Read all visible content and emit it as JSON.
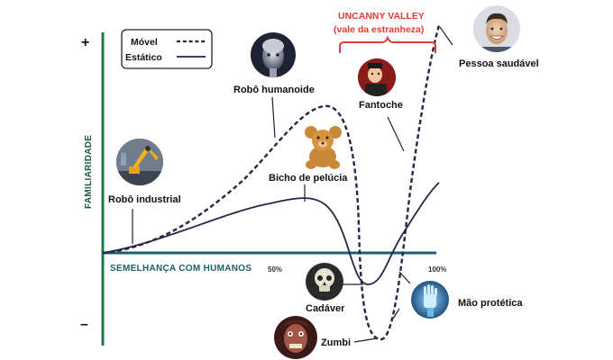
{
  "axes": {
    "y_label": "FAMILIARIDADE",
    "x_label": "SEMELHANÇA COM HUMANOS",
    "plus": "+",
    "minus": "–",
    "tick_50": "50%",
    "tick_100": "100%"
  },
  "legend": {
    "moving": "Móvel",
    "still": "Estático"
  },
  "valley": {
    "title": "UNCANNY VALLEY",
    "subtitle": "(vale da estranheza)",
    "color": "#e53935"
  },
  "colors": {
    "y_axis": "#1a7a47",
    "x_axis": "#1c5f6b",
    "moving_curve": "#2a2346",
    "still_curve": "#2a2346"
  },
  "points": [
    {
      "key": "industrial",
      "label": "Robô industrial",
      "icon": "industrial-robot-icon"
    },
    {
      "key": "humanoid",
      "label": "Robô humanoide",
      "icon": "humanoid-robot-icon"
    },
    {
      "key": "teddy",
      "label": "Bicho de pelúcia",
      "icon": "teddy-bear-icon"
    },
    {
      "key": "puppet",
      "label": "Fantoche",
      "icon": "puppet-icon"
    },
    {
      "key": "healthy",
      "label": "Pessoa saudável",
      "icon": "healthy-person-icon"
    },
    {
      "key": "corpse",
      "label": "Cadáver",
      "icon": "skull-icon"
    },
    {
      "key": "zombie",
      "label": "Zumbi",
      "icon": "zombie-icon"
    },
    {
      "key": "hand",
      "label": "Mão protética",
      "icon": "prosthetic-hand-icon"
    }
  ]
}
